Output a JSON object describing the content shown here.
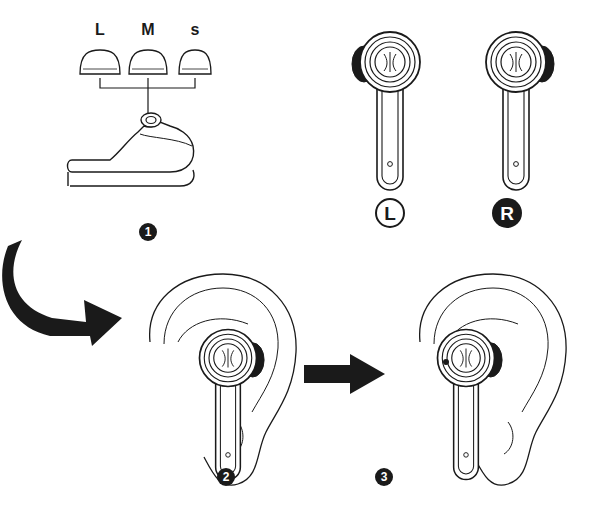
{
  "diagram": {
    "labels": [
      "L",
      "M",
      "s",
      "L",
      "R",
      "1",
      "2",
      "3"
    ]
  }
}
